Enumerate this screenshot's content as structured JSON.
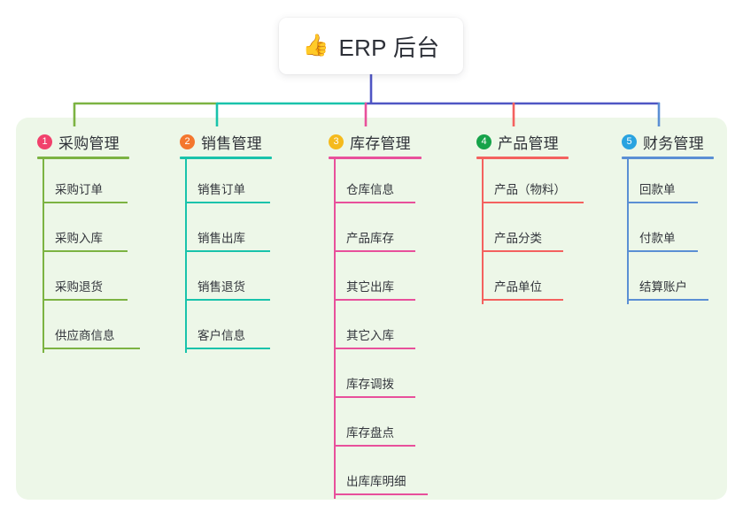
{
  "diagram": {
    "type": "mind-map",
    "title": "ERP 后台",
    "root": {
      "icon": "thumbs-up-emoji",
      "glyph": "👍",
      "label": "ERP 后台"
    },
    "canvas_background": "#edf7e8",
    "branches": [
      {
        "number": "1",
        "label": "采购管理",
        "badge_color": "#f1416c",
        "line_color": "#7cb342",
        "items": [
          "采购订单",
          "采购入库",
          "采购退货",
          "供应商信息"
        ]
      },
      {
        "number": "2",
        "label": "销售管理",
        "badge_color": "#f4772e",
        "line_color": "#19c3ab",
        "items": [
          "销售订单",
          "销售出库",
          "销售退货",
          "客户信息"
        ]
      },
      {
        "number": "3",
        "label": "库存管理",
        "badge_color": "#f5ba1c",
        "line_color": "#e8509b",
        "items": [
          "仓库信息",
          "产品库存",
          "其它出库",
          "其它入库",
          "库存调拨",
          "库存盘点",
          "出库库明细"
        ]
      },
      {
        "number": "4",
        "label": "产品管理",
        "badge_color": "#16a34a",
        "line_color": "#f4615f",
        "items": [
          "产品（物料）",
          "产品分类",
          "产品单位"
        ]
      },
      {
        "number": "5",
        "label": "财务管理",
        "badge_color": "#29a3e0",
        "line_color": "#5b8fd4",
        "items": [
          "回款单",
          "付款单",
          "结算账户"
        ]
      }
    ],
    "bus": {
      "stem_color": "#4f55c4",
      "segments": [
        {
          "color": "#7cb342"
        },
        {
          "color": "#19c3ab"
        },
        {
          "color": "#4f55c4"
        }
      ]
    }
  }
}
